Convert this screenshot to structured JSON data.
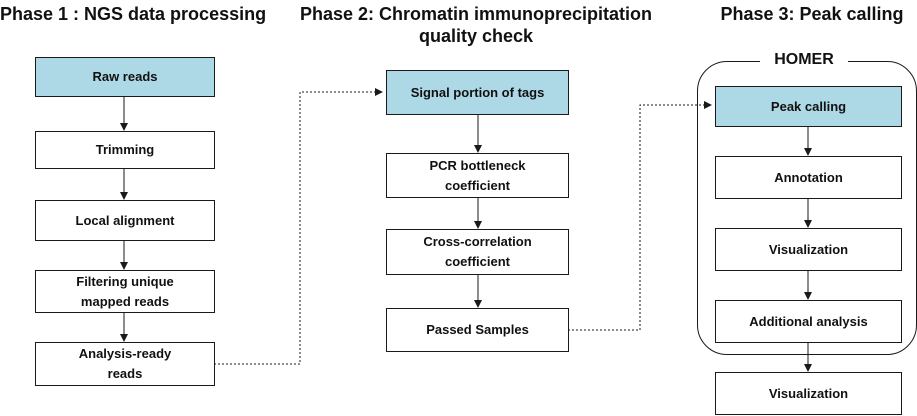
{
  "phases": [
    {
      "title": "Phase 1 : NGS data processing",
      "steps": [
        "Raw reads",
        "Trimming",
        "Local alignment",
        "Filtering unique\nmapped reads",
        "Analysis-ready\nreads"
      ]
    },
    {
      "title": "Phase 2: Chromatin immunoprecipitation\nquality check",
      "steps": [
        "Signal portion of tags",
        "PCR bottleneck\ncoefficient",
        "Cross-correlation\ncoefficient",
        "Passed Samples"
      ]
    },
    {
      "title": "Phase 3: Peak calling",
      "group_label": "HOMER",
      "steps": [
        "Peak calling",
        "Annotation",
        "Visualization",
        "Additional analysis"
      ],
      "final_step": "Visualization"
    }
  ],
  "colors": {
    "highlight": "#add8e6",
    "border": "#1a1a1a",
    "text": "#111111"
  }
}
